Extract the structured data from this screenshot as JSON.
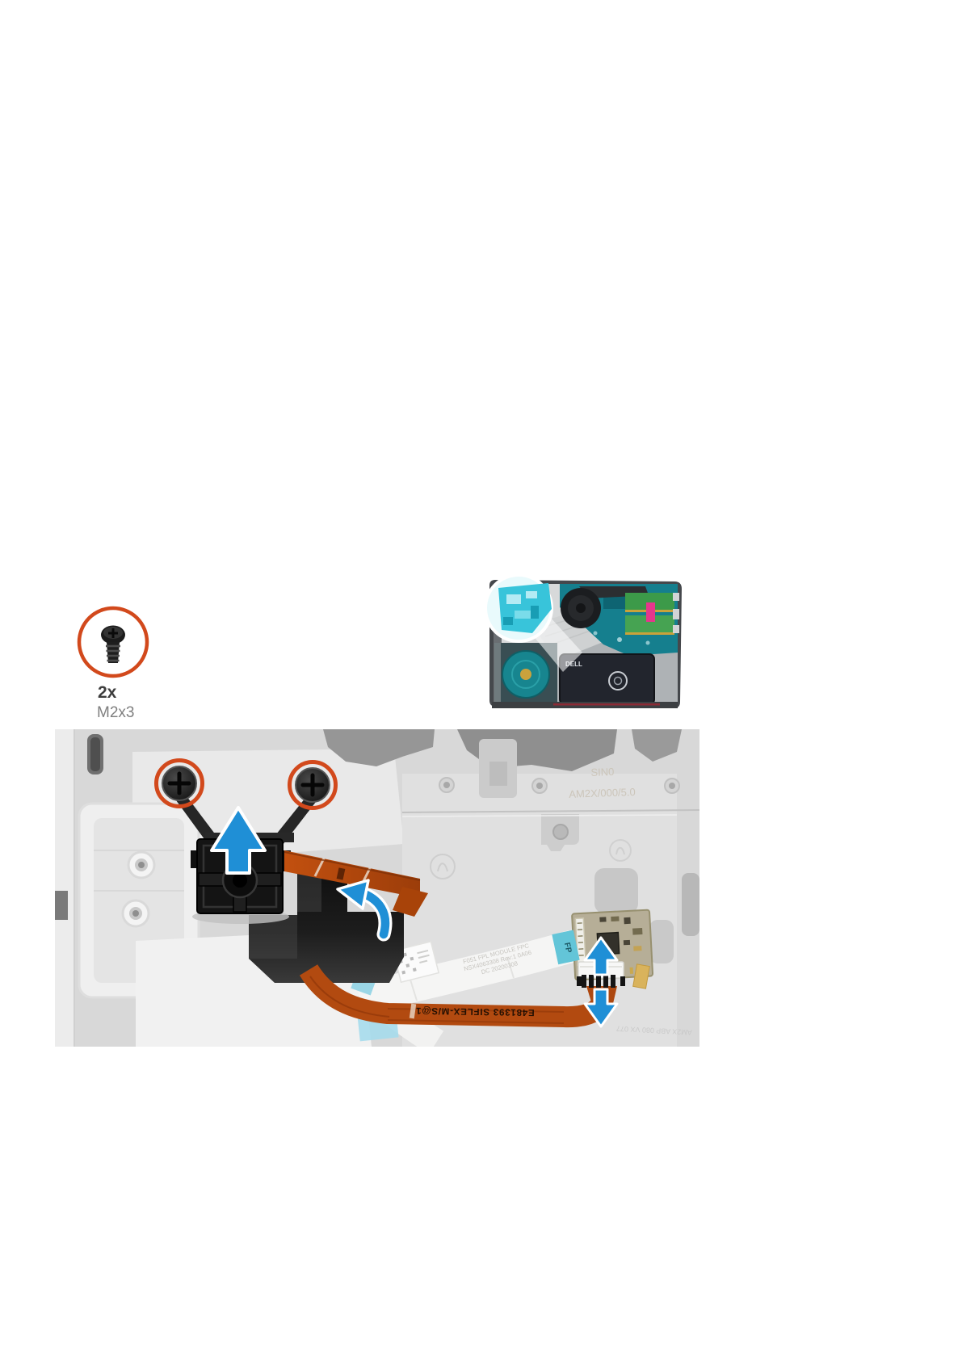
{
  "page": {
    "background": "#ffffff"
  },
  "screw_callout": {
    "icon": "screw-icon",
    "count": "2x",
    "size": "M2x3",
    "ring_color": "#d2491c"
  },
  "overview_thumbnail": {
    "description": "laptop internals overview with power-button corner highlighted",
    "highlight_color": "#38c4da",
    "battery_label": "DELL"
  },
  "illustration": {
    "colors": {
      "screw_ring": "#d2491c",
      "arrow_blue": "#1f8fd6",
      "cable_orange": "#b24a10",
      "background_gray": "#d8d8d8"
    },
    "power_cable_marking": "E481393 SIFLEX-M/S@1",
    "fp_tab_label": "FP",
    "ffc_print": {
      "line1": "F051 FPL MODULE FPC",
      "line2": "NSX4063308 Rev:1 0A06",
      "line3": "DC 20200308"
    },
    "molded_text": {
      "line1": "SIN0",
      "line2": "AM2X/000/5.0"
    },
    "watermark_text": "AM2X ABP 080 VX 077"
  }
}
